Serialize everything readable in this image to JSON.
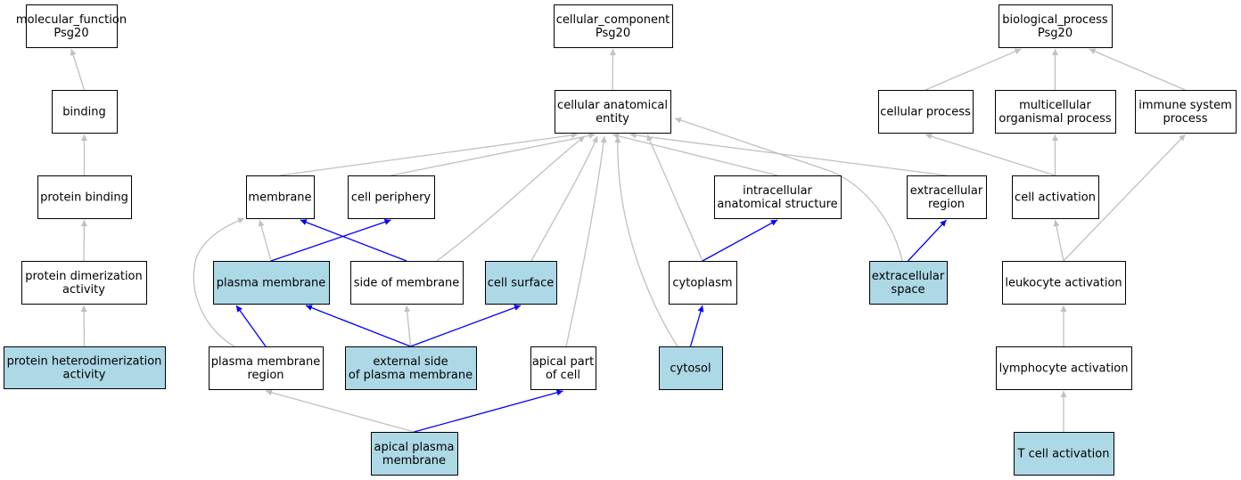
{
  "colors": {
    "highlight_fill": "#add8e6",
    "plain_fill": "#ffffff",
    "strong_edge": "#0000ff",
    "weak_edge": "#c0c0c0"
  },
  "nodes": {
    "mf_root": {
      "lines": [
        "molecular_function",
        "Psg20"
      ],
      "highlighted": false
    },
    "binding": {
      "lines": [
        "binding"
      ],
      "highlighted": false
    },
    "prot_bind": {
      "lines": [
        "protein binding"
      ],
      "highlighted": false
    },
    "prot_dimer": {
      "lines": [
        "protein dimerization",
        "activity"
      ],
      "highlighted": false
    },
    "prot_hdimer": {
      "lines": [
        "protein heterodimerization",
        "activity"
      ],
      "highlighted": true
    },
    "cc_root": {
      "lines": [
        "cellular_component",
        "Psg20"
      ],
      "highlighted": false
    },
    "cae": {
      "lines": [
        "cellular anatomical",
        "entity"
      ],
      "highlighted": false
    },
    "membrane": {
      "lines": [
        "membrane"
      ],
      "highlighted": false
    },
    "cell_periph": {
      "lines": [
        "cell periphery"
      ],
      "highlighted": false
    },
    "intra_struct": {
      "lines": [
        "intracellular",
        "anatomical structure"
      ],
      "highlighted": false
    },
    "extra_region": {
      "lines": [
        "extracellular",
        "region"
      ],
      "highlighted": false
    },
    "plasma_mem": {
      "lines": [
        "plasma membrane"
      ],
      "highlighted": true
    },
    "side_mem": {
      "lines": [
        "side of membrane"
      ],
      "highlighted": false
    },
    "cell_surface": {
      "lines": [
        "cell surface"
      ],
      "highlighted": true
    },
    "cytoplasm": {
      "lines": [
        "cytoplasm"
      ],
      "highlighted": false
    },
    "extra_space": {
      "lines": [
        "extracellular",
        "space"
      ],
      "highlighted": true
    },
    "pm_region": {
      "lines": [
        "plasma membrane",
        "region"
      ],
      "highlighted": false
    },
    "ext_side_pm": {
      "lines": [
        "external side",
        "of plasma membrane"
      ],
      "highlighted": true
    },
    "apical_part": {
      "lines": [
        "apical part",
        "of cell"
      ],
      "highlighted": false
    },
    "cytosol": {
      "lines": [
        "cytosol"
      ],
      "highlighted": true
    },
    "apical_pm": {
      "lines": [
        "apical plasma",
        "membrane"
      ],
      "highlighted": true
    },
    "bp_root": {
      "lines": [
        "biological_process",
        "Psg20"
      ],
      "highlighted": false
    },
    "cell_proc": {
      "lines": [
        "cellular process"
      ],
      "highlighted": false
    },
    "multi_proc": {
      "lines": [
        "multicellular",
        "organismal process"
      ],
      "highlighted": false
    },
    "immune_proc": {
      "lines": [
        "immune system",
        "process"
      ],
      "highlighted": false
    },
    "cell_act": {
      "lines": [
        "cell activation"
      ],
      "highlighted": false
    },
    "leuk_act": {
      "lines": [
        "leukocyte activation"
      ],
      "highlighted": false
    },
    "lymph_act": {
      "lines": [
        "lymphocyte activation"
      ],
      "highlighted": false
    },
    "tcell_act": {
      "lines": [
        "T cell activation"
      ],
      "highlighted": true
    }
  },
  "edges": [
    {
      "from": "binding",
      "to": "mf_root",
      "strong": false
    },
    {
      "from": "prot_bind",
      "to": "binding",
      "strong": false
    },
    {
      "from": "prot_dimer",
      "to": "prot_bind",
      "strong": false
    },
    {
      "from": "prot_hdimer",
      "to": "prot_dimer",
      "strong": false
    },
    {
      "from": "cae",
      "to": "cc_root",
      "strong": false
    },
    {
      "from": "membrane",
      "to": "cae",
      "strong": false
    },
    {
      "from": "cell_periph",
      "to": "cae",
      "strong": false
    },
    {
      "from": "intra_struct",
      "to": "cae",
      "strong": false
    },
    {
      "from": "extra_region",
      "to": "cae",
      "strong": false
    },
    {
      "from": "side_mem",
      "to": "cae",
      "strong": false
    },
    {
      "from": "cell_surface",
      "to": "cae",
      "strong": false
    },
    {
      "from": "cytoplasm",
      "to": "cae",
      "strong": false
    },
    {
      "from": "apical_part",
      "to": "cae",
      "strong": false
    },
    {
      "from": "cytosol",
      "to": "cae",
      "strong": false
    },
    {
      "from": "extra_space",
      "to": "cae",
      "strong": false
    },
    {
      "from": "plasma_mem",
      "to": "membrane",
      "strong": false
    },
    {
      "from": "plasma_mem",
      "to": "cell_periph",
      "strong": true
    },
    {
      "from": "side_mem",
      "to": "membrane",
      "strong": true
    },
    {
      "from": "pm_region",
      "to": "membrane",
      "strong": false
    },
    {
      "from": "pm_region",
      "to": "plasma_mem",
      "strong": true
    },
    {
      "from": "ext_side_pm",
      "to": "plasma_mem",
      "strong": true
    },
    {
      "from": "ext_side_pm",
      "to": "side_mem",
      "strong": false
    },
    {
      "from": "ext_side_pm",
      "to": "cell_surface",
      "strong": true
    },
    {
      "from": "cytoplasm",
      "to": "intra_struct",
      "strong": true
    },
    {
      "from": "cytosol",
      "to": "cytoplasm",
      "strong": true
    },
    {
      "from": "extra_space",
      "to": "extra_region",
      "strong": true
    },
    {
      "from": "apical_pm",
      "to": "pm_region",
      "strong": false
    },
    {
      "from": "apical_pm",
      "to": "apical_part",
      "strong": true
    },
    {
      "from": "cell_proc",
      "to": "bp_root",
      "strong": false
    },
    {
      "from": "multi_proc",
      "to": "bp_root",
      "strong": false
    },
    {
      "from": "immune_proc",
      "to": "bp_root",
      "strong": false
    },
    {
      "from": "cell_act",
      "to": "cell_proc",
      "strong": false
    },
    {
      "from": "cell_act",
      "to": "multi_proc",
      "strong": false
    },
    {
      "from": "leuk_act",
      "to": "cell_act",
      "strong": false
    },
    {
      "from": "leuk_act",
      "to": "immune_proc",
      "strong": false
    },
    {
      "from": "lymph_act",
      "to": "leuk_act",
      "strong": false
    },
    {
      "from": "tcell_act",
      "to": "lymph_act",
      "strong": false
    }
  ]
}
